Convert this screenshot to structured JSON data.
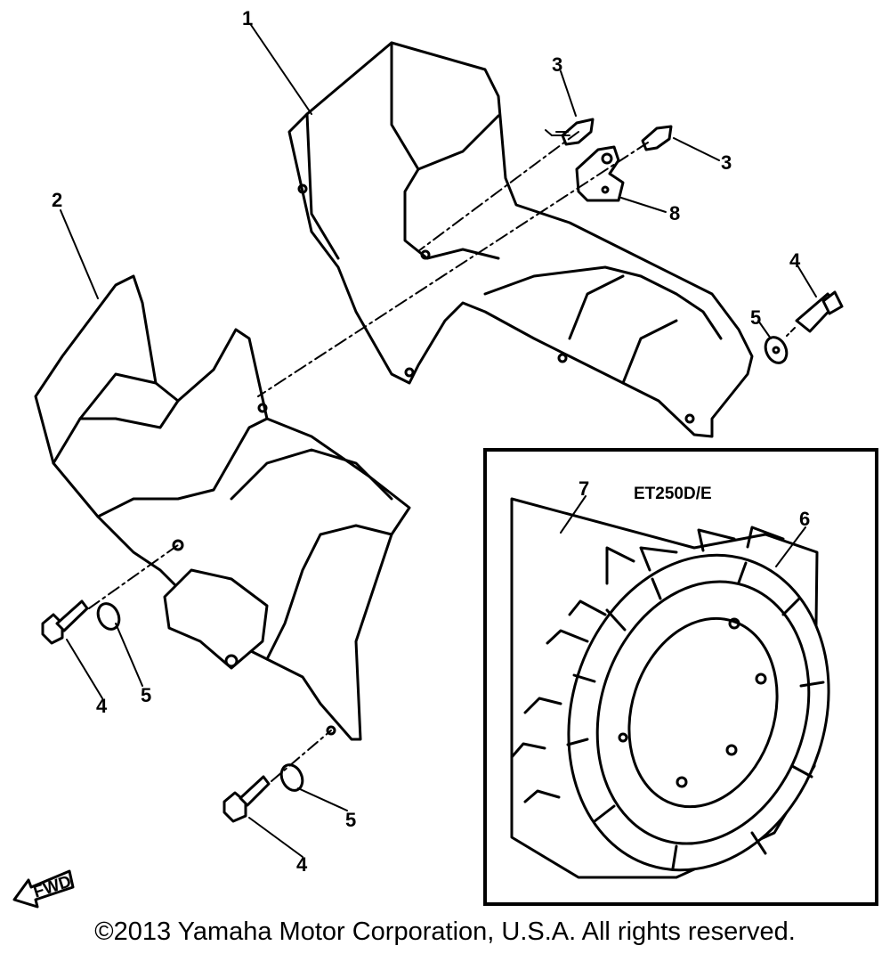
{
  "copyright": "©2013 Yamaha Motor Corporation, U.S.A. All rights reserved.",
  "inset_title": "ET250D/E",
  "fwd_label": "FWD",
  "callouts": {
    "c1": "1",
    "c2": "2",
    "c3a": "3",
    "c3b": "3",
    "c8": "8",
    "c4a": "4",
    "c5a": "5",
    "c5b": "5",
    "c4b": "4",
    "c5c": "5",
    "c4c": "4",
    "c7": "7",
    "c6": "6"
  }
}
